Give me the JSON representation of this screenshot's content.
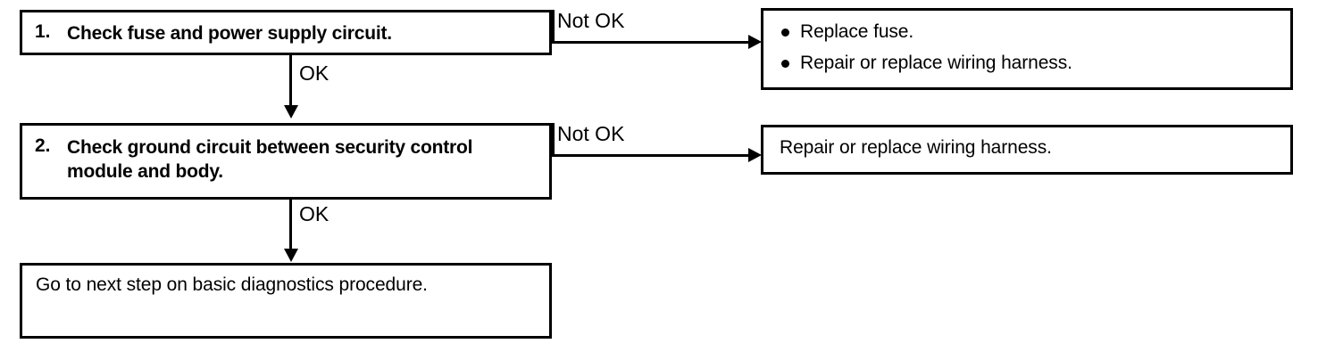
{
  "diagram": {
    "type": "troubleshooting-flowchart",
    "steps": [
      {
        "number": "1.",
        "text": "Check fuse and power supply circuit.",
        "ok_label": "OK",
        "not_ok_label": "Not OK"
      },
      {
        "number": "2.",
        "text": "Check ground circuit between security control\nmodule and body.",
        "ok_label": "OK",
        "not_ok_label": "Not OK"
      }
    ],
    "actions": [
      {
        "items": [
          "Replace fuse.",
          "Repair or replace wiring harness."
        ]
      },
      {
        "text": "Repair or replace wiring harness."
      }
    ],
    "final": {
      "text": "Go to next step on basic diagnostics procedure."
    },
    "colors": {
      "ink": "#000000",
      "paper": "#ffffff"
    }
  }
}
